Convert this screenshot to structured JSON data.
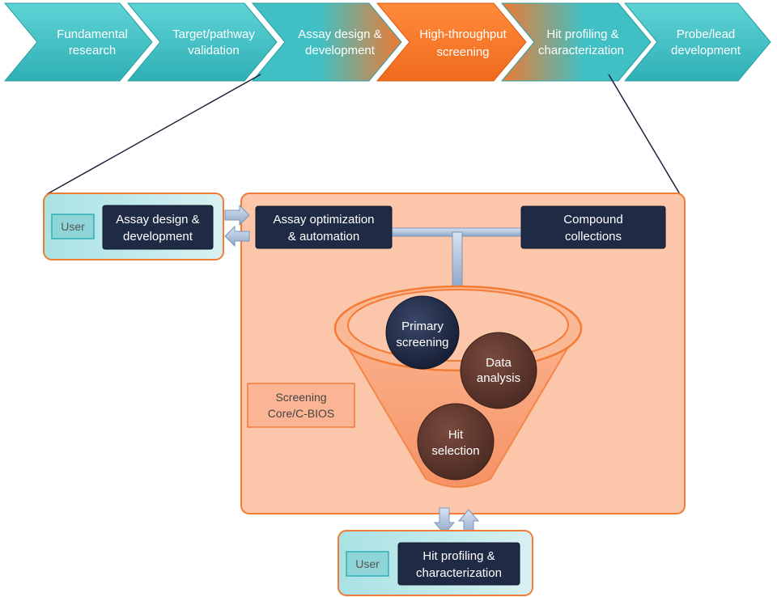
{
  "pipeline": {
    "steps": [
      {
        "line1": "Fundamental",
        "line2": "research"
      },
      {
        "line1": "Target/pathway",
        "line2": "validation"
      },
      {
        "line1": "Assay design &",
        "line2": "development"
      },
      {
        "line1": "High-throughput",
        "line2": "screening"
      },
      {
        "line1": "Hit profiling &",
        "line2": "characterization"
      },
      {
        "line1": "Probe/lead",
        "line2": "development"
      }
    ]
  },
  "user_left": {
    "user_label": "User",
    "box_line1": "Assay design &",
    "box_line2": "development"
  },
  "core": {
    "optimization_line1": "Assay optimization",
    "optimization_line2": "& automation",
    "compound_line1": "Compound",
    "compound_line2": "collections",
    "funnel": {
      "primary_line1": "Primary",
      "primary_line2": "screening",
      "data_line1": "Data",
      "data_line2": "analysis",
      "hit_line1": "Hit",
      "hit_line2": "selection"
    },
    "core_label_line1": "Screening",
    "core_label_line2": "Core/C-BIOS"
  },
  "user_bottom": {
    "user_label": "User",
    "box_line1": "Hit profiling &",
    "box_line2": "characterization"
  },
  "colors": {
    "teal": "#3fc0c4",
    "orange": "#f97a2e",
    "core_fill": "#fbc4a8",
    "navy": "#1f2a44",
    "brown": "#5a342c"
  }
}
